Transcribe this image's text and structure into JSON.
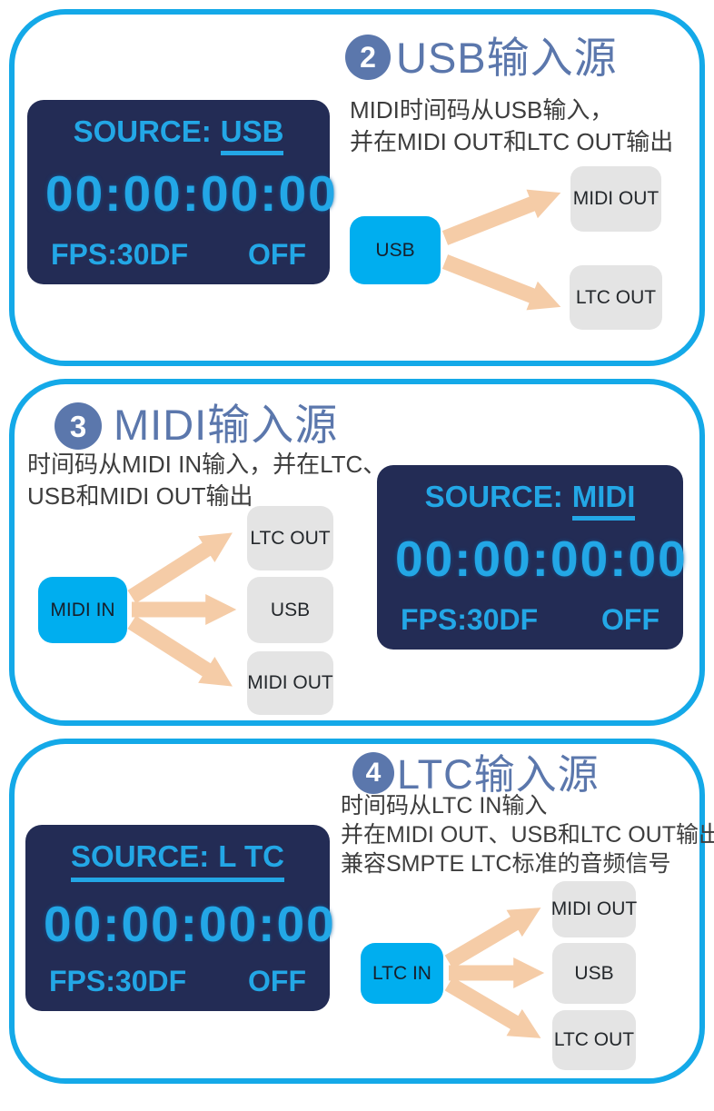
{
  "colors": {
    "panel_border": "#14a9e8",
    "box_cyan": "#00aeef",
    "lcd_bg": "#232c55",
    "lcd_text": "#23a7e6",
    "title": "#5b77ac",
    "text": "#3d3d3d",
    "box_gray": "#e4e4e4",
    "arrow": "#f5cca7"
  },
  "sections": [
    {
      "number": "2",
      "title": "USB输入源",
      "desc_lines": [
        "MIDI时间码从USB输入，",
        "并在MIDI OUT和LTC OUT输出"
      ],
      "lcd": {
        "source_label": "SOURCE:",
        "source_value": "USB",
        "timecode": "00:00:00:00",
        "fps": "FPS:30DF",
        "lock": "OFF"
      },
      "diagram": {
        "input": "USB",
        "outputs": [
          "MIDI OUT",
          "LTC OUT"
        ]
      }
    },
    {
      "number": "3",
      "title": "MIDI输入源",
      "desc_lines": [
        "时间码从MIDI IN输入，并在LTC、",
        "USB和MIDI OUT输出"
      ],
      "lcd": {
        "source_label": "SOURCE:",
        "source_value": "MIDI",
        "timecode": "00:00:00:00",
        "fps": "FPS:30DF",
        "lock": "OFF"
      },
      "diagram": {
        "input": "MIDI IN",
        "outputs": [
          "LTC OUT",
          "USB",
          "MIDI OUT"
        ]
      }
    },
    {
      "number": "4",
      "title": "LTC输入源",
      "desc_lines": [
        "时间码从LTC IN输入",
        "并在MIDI OUT、USB和LTC OUT输出",
        "兼容SMPTE LTC标准的音频信号"
      ],
      "lcd": {
        "source_label": "SOURCE:",
        "source_value": "L TC",
        "timecode": "00:00:00:00",
        "fps": "FPS:30DF",
        "lock": "OFF"
      },
      "diagram": {
        "input": "LTC IN",
        "outputs": [
          "MIDI OUT",
          "USB",
          "LTC OUT"
        ]
      }
    }
  ]
}
